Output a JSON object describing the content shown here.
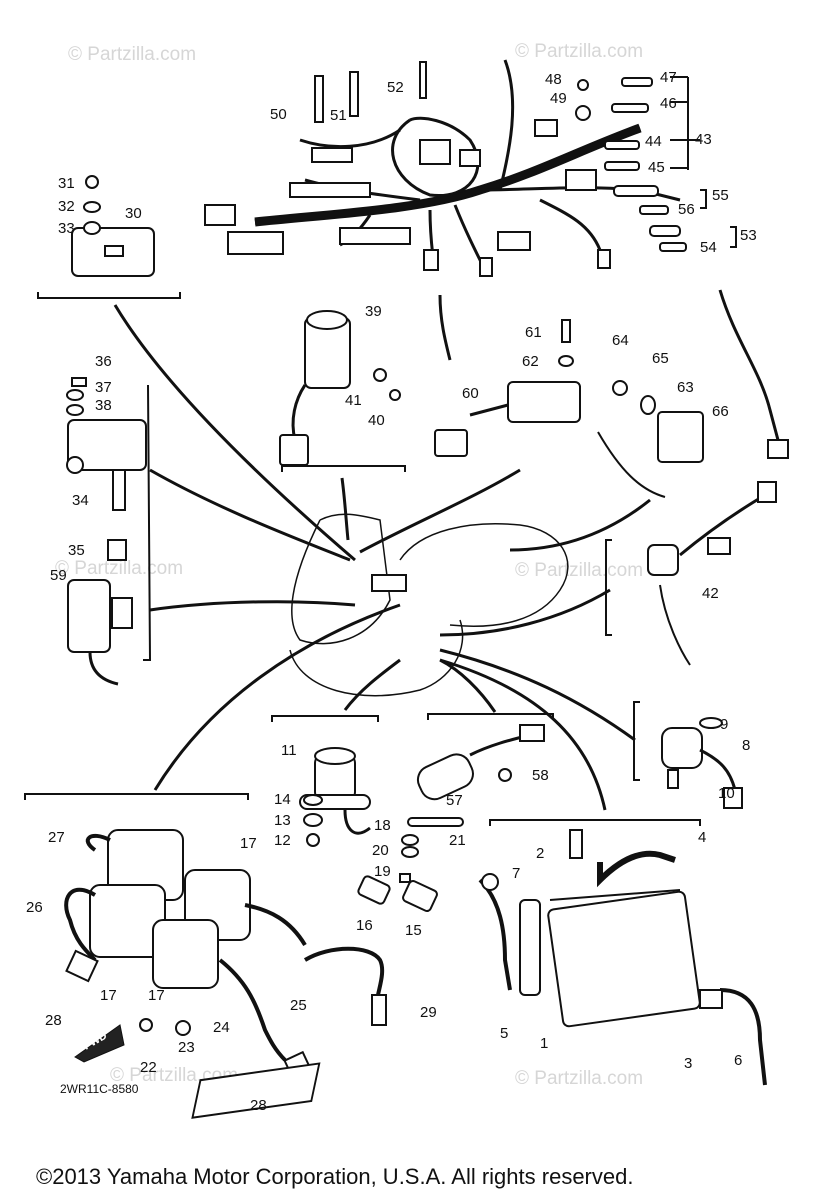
{
  "watermarks": [
    "© Partzilla.com",
    "© Partzilla.com",
    "© Partzilla.com",
    "© Partzilla.com",
    "© Partzilla.com",
    "© Partzilla.com"
  ],
  "diagram_code": "2WR11C-8580",
  "fwd_label": "FWD",
  "copyright": "©2013 Yamaha Motor Corporation, U.S.A. All rights reserved.",
  "callouts": [
    "1",
    "2",
    "3",
    "4",
    "5",
    "6",
    "7",
    "8",
    "9",
    "10",
    "11",
    "12",
    "13",
    "14",
    "15",
    "16",
    "17",
    "17",
    "17",
    "18",
    "19",
    "20",
    "21",
    "22",
    "23",
    "24",
    "25",
    "26",
    "27",
    "28",
    "28",
    "29",
    "30",
    "31",
    "32",
    "33",
    "34",
    "35",
    "36",
    "37",
    "38",
    "39",
    "40",
    "41",
    "42",
    "43",
    "44",
    "45",
    "46",
    "47",
    "48",
    "49",
    "50",
    "51",
    "52",
    "53",
    "54",
    "55",
    "56",
    "57",
    "58",
    "59",
    "60",
    "61",
    "62",
    "63",
    "64",
    "65",
    "66"
  ]
}
